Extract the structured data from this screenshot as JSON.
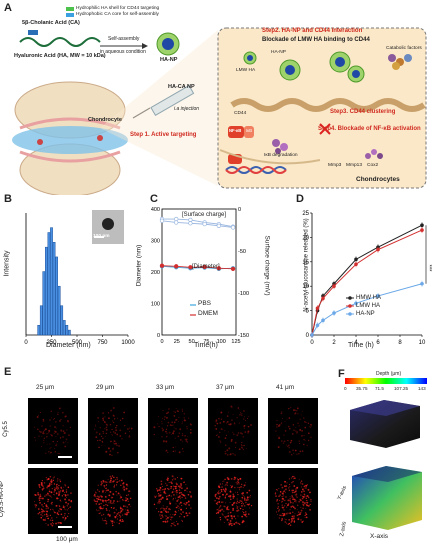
{
  "figure": {
    "panel_labels": [
      "A",
      "B",
      "C",
      "D",
      "E",
      "F"
    ]
  },
  "panelA": {
    "cholanic_acid": "5β-Cholanic Acid (CA)",
    "hyaluronic_acid": "Hyaluronic Acid (HA, MW = 10 kDa)",
    "legend_shell": "Hydrophilic HA shell for CD44 targeting",
    "legend_core": "Hydrophobic CA core for self-assembly",
    "self_assembly": "Self-assembly",
    "aqueous": "in aqueous condition",
    "ha_np": "HA-NP",
    "ha_ca_np": "HA-CA NP",
    "injection": "i.a injection",
    "chondrocyte": "Chondrocyte",
    "step1": "Step 1. Active targeting",
    "step2_title": "Step2. HA-NP and CD44 interaction",
    "step2_sub": "Blockade of LMW HA binding to CD44",
    "ha_np_small": "HA-NP",
    "lmw_ha": "LMW HA",
    "catabolic": "Catabolic factors",
    "cd44": "CD44",
    "step3": "Step3. CD44 clustering",
    "step4": "Step4. Blockade of NF-κB activation",
    "nfkb": "NF-κB",
    "ikb": "IκB",
    "ikb_deg": "IκB degradation",
    "genes": [
      "Mmp3",
      "Mmp13",
      "Cox2"
    ],
    "chondrocytes": "Chondrocytes"
  },
  "panelB": {
    "ylabel": "Intensity",
    "xlabel": "Diameter (nm)",
    "xticks": [
      "0",
      "250",
      "500",
      "750",
      "1000"
    ],
    "scale": "100 nm"
  },
  "panelC": {
    "ylabel_left": "Diameter (nm)",
    "ylabel_right": "Surface charge (mV)",
    "xlabel": "Time(h)",
    "xticks": [
      "0",
      "25",
      "50",
      "75",
      "100",
      "125"
    ],
    "yticks_left": [
      "0",
      "100",
      "200",
      "300",
      "400"
    ],
    "yticks_right": [
      "0",
      "-50",
      "-100",
      "-150"
    ],
    "annot_charge": "[Surface charge]",
    "annot_diam": "[Diameter]",
    "legend": [
      "PBS",
      "DMEM"
    ]
  },
  "panelD": {
    "ylabel": "N-acetyl-glucosamine released (%)",
    "xlabel": "Time (h)",
    "xticks": [
      "0",
      "2",
      "4",
      "6",
      "8",
      "10"
    ],
    "yticks": [
      "0",
      "5",
      "10",
      "15",
      "20",
      "25"
    ],
    "legend": [
      "HMW HA",
      "LMW HA",
      "HA-NP"
    ],
    "sig": "***"
  },
  "panelE": {
    "depths": [
      "25 μm",
      "29 μm",
      "33 μm",
      "37 μm",
      "41 μm"
    ],
    "rows": [
      "Cy5.5",
      "Cy5.5-HA-NP"
    ],
    "scale": "100 μm"
  },
  "panelF": {
    "depth_title": "Depth (μm)",
    "depth_ticks": [
      "0",
      "35.75",
      "71.5",
      "107.25",
      "143"
    ],
    "axes": [
      "Y-axis",
      "Z-axis",
      "X-axis"
    ]
  },
  "chart_data": [
    {
      "type": "bar",
      "xlabel": "Diameter (nm)",
      "ylabel": "Intensity",
      "xlim": [
        0,
        1000
      ],
      "categories": [
        "125",
        "150",
        "175",
        "200",
        "225",
        "250",
        "275",
        "300",
        "325",
        "350",
        "375",
        "400",
        "425"
      ],
      "values": [
        2,
        6,
        13,
        18,
        21,
        22,
        19,
        16,
        10,
        6,
        3,
        2,
        1
      ],
      "ylim": [
        0,
        25
      ]
    },
    {
      "type": "line",
      "xlabel": "Time(h)",
      "ylabel": "Diameter (nm)",
      "y2label": "Surface charge (mV)",
      "x": [
        0,
        24,
        48,
        72,
        96,
        120
      ],
      "ylim": [
        0,
        400
      ],
      "y2lim": [
        -150,
        0
      ],
      "series": [
        {
          "name": "PBS",
          "axis": "Diameter",
          "values": [
            218,
            215,
            212,
            214,
            210,
            212
          ]
        },
        {
          "name": "DMEM",
          "axis": "Diameter",
          "values": [
            220,
            218,
            215,
            216,
            212,
            210
          ]
        },
        {
          "name": "PBS",
          "axis": "Surface charge",
          "values": [
            -12,
            -12,
            -13,
            -16,
            -18,
            -21
          ]
        },
        {
          "name": "DMEM",
          "axis": "Surface charge",
          "values": [
            -14,
            -16,
            -17,
            -18,
            -20,
            -22
          ]
        }
      ]
    },
    {
      "type": "line",
      "xlabel": "Time (h)",
      "ylabel": "N-acetyl-glucosamine released (%)",
      "x": [
        0,
        0.5,
        1,
        2,
        4,
        6,
        10
      ],
      "ylim": [
        0,
        25
      ],
      "series": [
        {
          "name": "HMW HA",
          "values": [
            0,
            5,
            8,
            10.5,
            15.5,
            18,
            22.5
          ]
        },
        {
          "name": "LMW HA",
          "values": [
            0,
            5.5,
            7.5,
            10,
            14.5,
            17.5,
            21.5
          ]
        },
        {
          "name": "HA-NP",
          "values": [
            0,
            2,
            3,
            4.5,
            6.5,
            8,
            10.5
          ]
        }
      ]
    }
  ]
}
